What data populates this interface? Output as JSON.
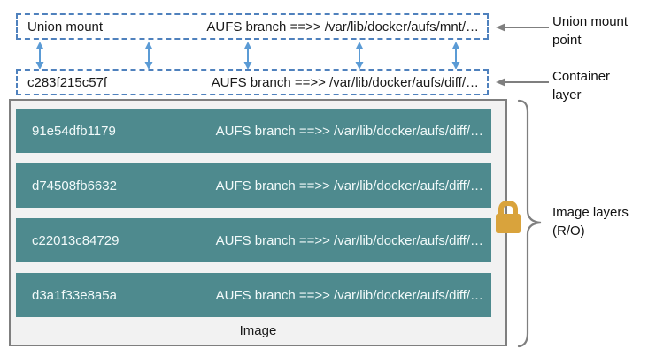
{
  "union_mount_box": {
    "label": "Union mount",
    "path": "AUFS branch ==>> /var/lib/docker/aufs/mnt/…"
  },
  "container_box": {
    "label": "c283f215c57f",
    "path": "AUFS branch ==>> /var/lib/docker/aufs/diff/…"
  },
  "image_box": {
    "caption": "Image",
    "layers": [
      {
        "id": "91e54dfb1179",
        "path": "AUFS branch ==>> /var/lib/docker/aufs/diff/…"
      },
      {
        "id": "d74508fb6632",
        "path": "AUFS branch ==>> /var/lib/docker/aufs/diff/…"
      },
      {
        "id": "c22013c84729",
        "path": "AUFS branch ==>> /var/lib/docker/aufs/diff/…"
      },
      {
        "id": "d3a1f33e8a5a",
        "path": "AUFS branch ==>> /var/lib/docker/aufs/diff/…"
      }
    ]
  },
  "annotations": {
    "union_mount_point": "Union mount point",
    "container_layer": "Container layer",
    "image_layers": "Image layers (R/O)"
  },
  "icons": {
    "lock": "lock-icon",
    "double_arrow": "double-arrow-icon",
    "left_arrow": "left-arrow-icon",
    "brace": "curly-brace-icon"
  },
  "colors": {
    "layer_teal": "#4e8a8e",
    "layer_text": "#f2fafa",
    "dashed_border_blue": "#4f81bd",
    "arrow_blue": "#5b9bd5",
    "lock_gold": "#d9a33c",
    "annotation_gray": "#7f7f7f",
    "image_box_bg": "#f2f2f2",
    "image_box_border": "#7f7f7f"
  }
}
